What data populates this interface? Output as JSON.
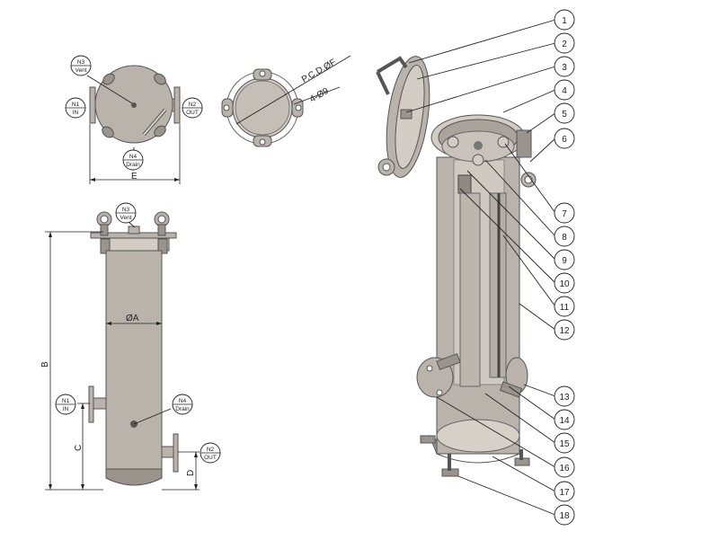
{
  "nozzles": {
    "n1": {
      "id": "N1",
      "desc": "IN"
    },
    "n2": {
      "id": "N2",
      "desc": "OUT"
    },
    "n3": {
      "id": "N3",
      "desc": "Vent"
    },
    "n4": {
      "id": "N4",
      "desc": "Drain"
    }
  },
  "dimensions": {
    "a": "ØA",
    "b": "B",
    "c": "C",
    "d": "D",
    "e": "E",
    "pcd": "P.C.D.ØF",
    "holes": "4-Ø9"
  },
  "part_numbers": [
    "1",
    "2",
    "3",
    "4",
    "5",
    "6",
    "7",
    "8",
    "9",
    "10",
    "11",
    "12",
    "13",
    "14",
    "15",
    "16",
    "17",
    "18"
  ],
  "colors": {
    "metal": "#b9b3ac",
    "line": "#222222"
  }
}
